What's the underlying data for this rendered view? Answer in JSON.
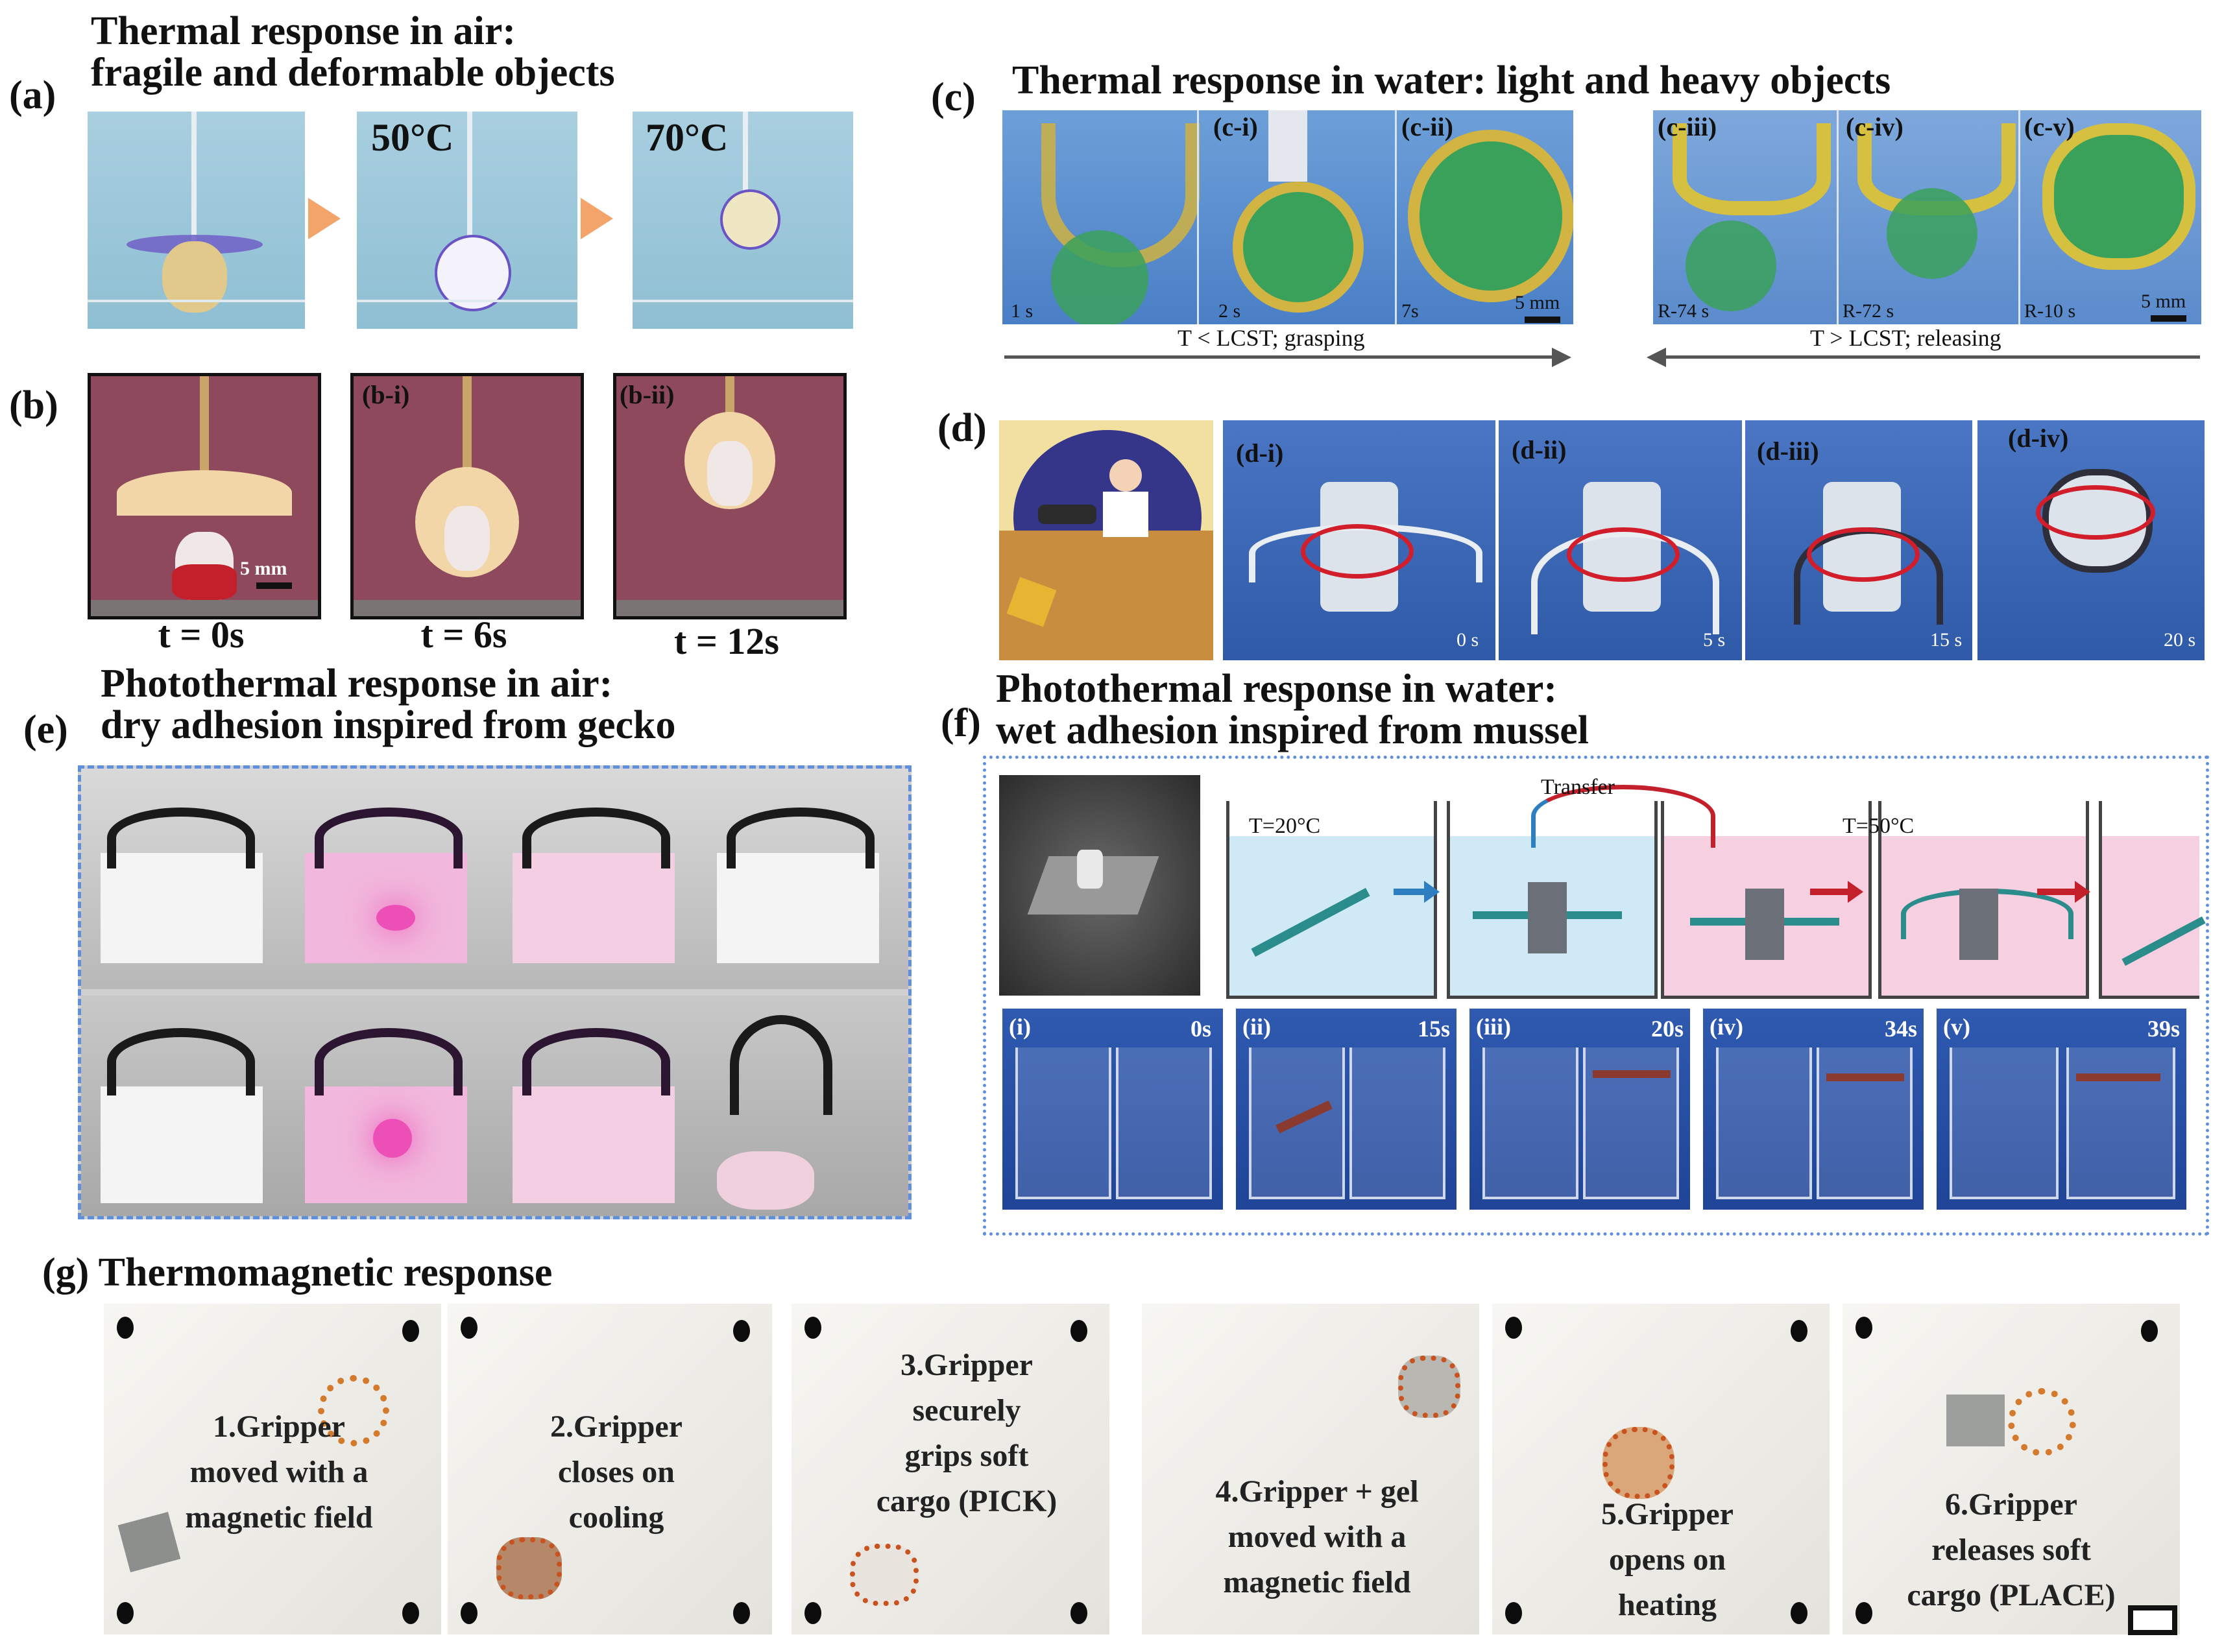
{
  "panel_a": {
    "label": "(a)",
    "title": "Thermal response in air:\nfragile and deformable objects",
    "temps": [
      "50°C",
      "70°C"
    ]
  },
  "panel_b": {
    "label": "(b)",
    "subs": [
      "(b-i)",
      "(b-ii)"
    ],
    "scale": "5 mm",
    "times": [
      "t = 0s",
      "t = 6s",
      "t = 12s"
    ]
  },
  "panel_c": {
    "label": "(c)",
    "title": "Thermal response in water: light and heavy objects",
    "subs": [
      "(c-i)",
      "(c-ii)",
      "(c-iii)",
      "(c-iv)",
      "(c-v)"
    ],
    "times_left": [
      "1 s",
      "2 s",
      "7s"
    ],
    "times_right": [
      "R-74 s",
      "R-72 s",
      "R-10 s"
    ],
    "scale": "5 mm",
    "arrow_left": "T < LCST; grasping",
    "arrow_right": "T > LCST; releasing"
  },
  "panel_d": {
    "label": "(d)",
    "subs": [
      "(d-i)",
      "(d-ii)",
      "(d-iii)",
      "(d-iv)"
    ],
    "times": [
      "0 s",
      "5 s",
      "15 s",
      "20 s"
    ]
  },
  "panel_e": {
    "label": "(e)",
    "title": "Photothermal response in air:\ndry adhesion inspired from gecko"
  },
  "panel_f": {
    "label": "(f)",
    "title": "Photothermal response in water:\nwet adhesion inspired from mussel",
    "t_cold": "T=20°C",
    "t_hot": "T=50°C",
    "transfer": "Transfer",
    "subs": [
      "(i)",
      "(ii)",
      "(iii)",
      "(iv)",
      "(v)"
    ],
    "times": [
      "0s",
      "15s",
      "20s",
      "34s",
      "39s"
    ]
  },
  "panel_g": {
    "title": "(g) Thermomagnetic response",
    "steps": [
      "1.Gripper\nmoved with a\nmagnetic field",
      "2.Gripper\ncloses on\ncooling",
      "3.Gripper\nsecurely\ngrips soft\ncargo (PICK)",
      "4.Gripper + gel\nmoved with a\nmagnetic field",
      "5.Gripper\nopens on\nheating",
      "6.Gripper\nreleases soft\ncargo (PLACE)"
    ]
  },
  "colors": {
    "water_blue": "#3f6fc2",
    "cold_bath": "#cfe9f6",
    "hot_bath": "#f6cfe0",
    "arrow_red": "#c4202b",
    "arrow_blue": "#2d7fc1",
    "frame_dash": "#5f8fdd",
    "magenta": "#ec4fb6"
  }
}
